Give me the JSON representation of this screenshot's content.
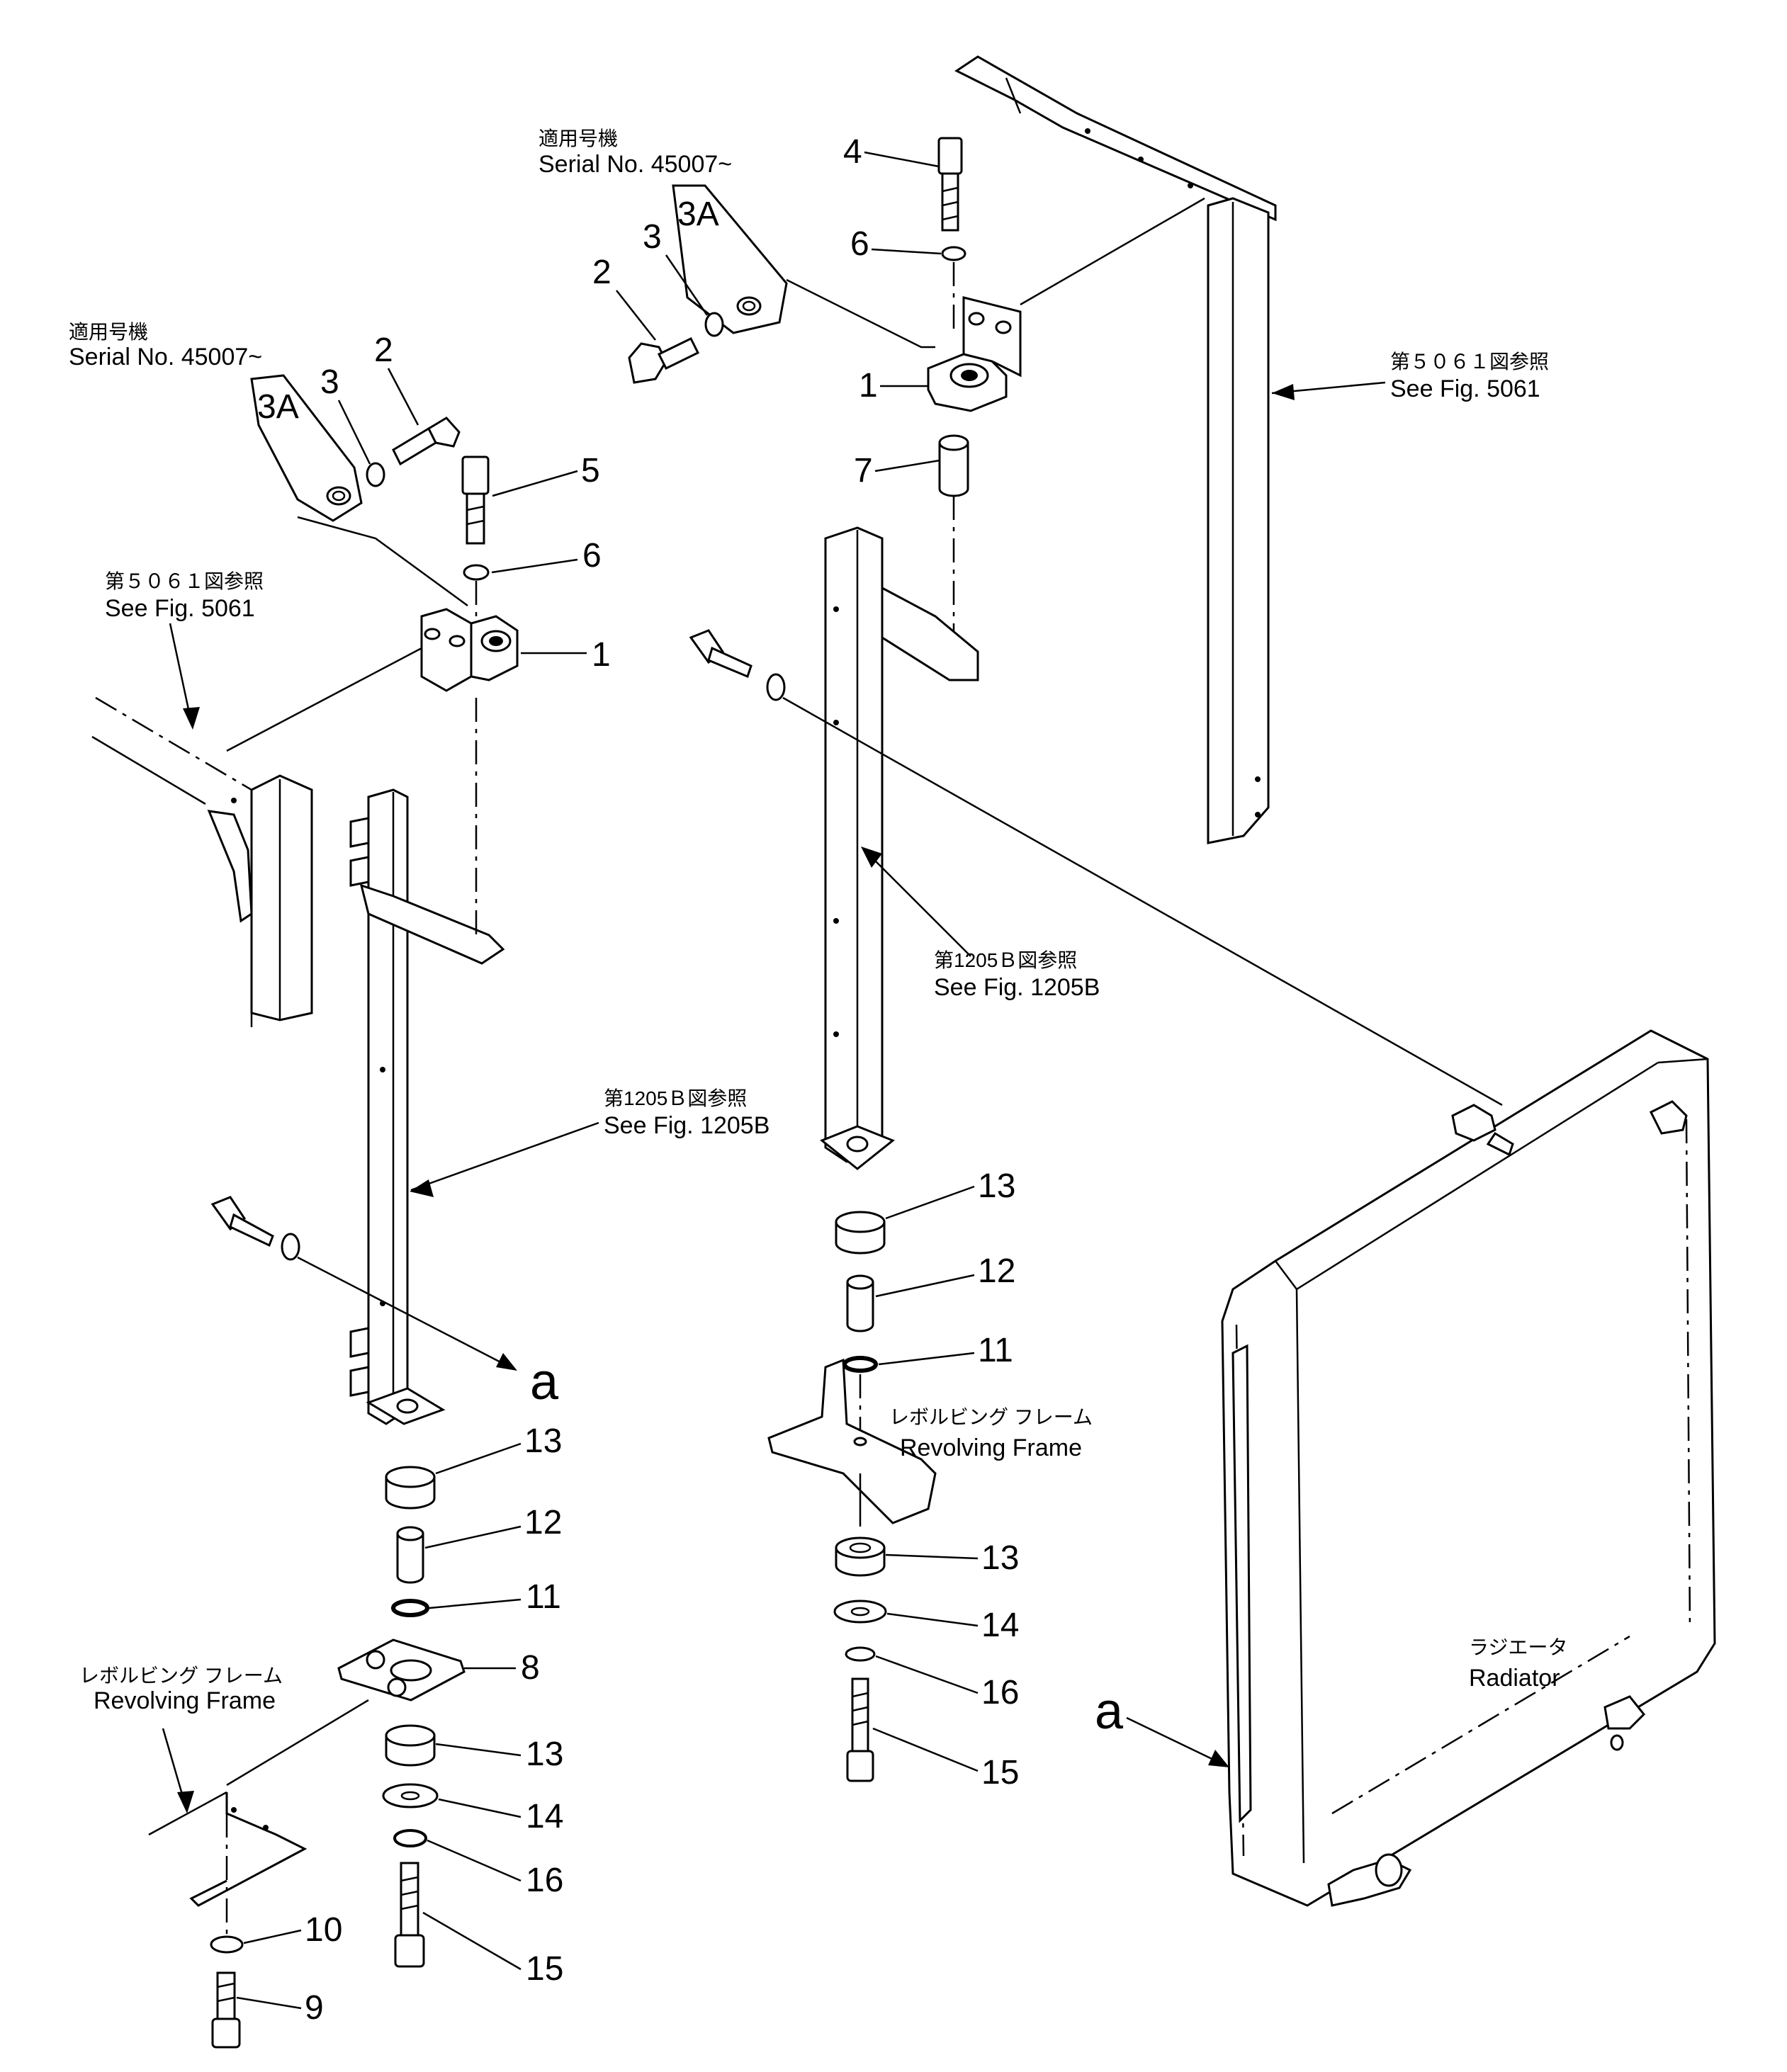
{
  "diagram": {
    "serial_notes": [
      {
        "jp": "適用号機",
        "en": "Serial  No.  45007~"
      },
      {
        "jp": "適用号機",
        "en": "Serial  No.  45007~"
      }
    ],
    "fig_refs": [
      {
        "jp": "第５０６１図参照",
        "en": "See  Fig.  5061"
      },
      {
        "jp": "第５０６１図参照",
        "en": "See  Fig.  5061"
      },
      {
        "jp": "第1205Ｂ図参照",
        "en": "See  Fig.  1205B"
      },
      {
        "jp": "第1205Ｂ図参照",
        "en": "See  Fig.  1205B"
      }
    ],
    "revolving_frame": [
      {
        "jp": "レボルビング フレーム",
        "en": "Revolving Frame"
      },
      {
        "jp": "レボルビング フレーム",
        "en": "Revolving Frame"
      }
    ],
    "radiator": {
      "jp": "ラジエータ",
      "en": "Radiator"
    },
    "ref_letter": "a",
    "callouts": {
      "p1": "1",
      "p2": "2",
      "p3": "3",
      "p3a": "3A",
      "p4": "4",
      "p5": "5",
      "p6": "6",
      "p7": "7",
      "p8": "8",
      "p9": "9",
      "p10": "10",
      "p11": "11",
      "p12": "12",
      "p13": "13",
      "p14": "14",
      "p15": "15",
      "p16": "16"
    }
  }
}
